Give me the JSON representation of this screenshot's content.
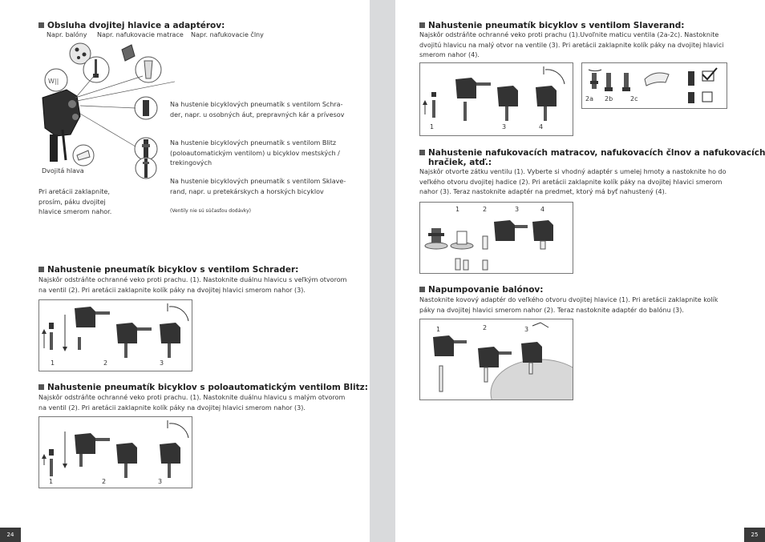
{
  "left": {
    "adapters": {
      "heading": "Obsluha dvojitej hlavice a adaptérov:",
      "examples": [
        "Napr. balóny",
        "Napr. nafukovacie matrace",
        "Napr. nafukovacie člny"
      ],
      "double_head_label": "Dvojitá hlava",
      "lock_note": "Pri aretácii zaklapnite, prosím, páku dvojitej hlavice smerom nahor.",
      "valve_schrader": "Na hustenie bicyklových pneumatík s ventilom Schra-der, napr. u osobných áut, prepravných kár a prívesov",
      "valve_blitz": "Na hustenie bicyklových pneumatík s ventilom Blitz (poloautomatickým ventilom) u bicyklov mestských / trekingových",
      "valve_slaverand": "Na hustenie bicyklových pneumatík s ventilom Sklave-rand, napr. u pretekárskych a horských bicyklov",
      "valve_note": "(Ventily nie sú súčasťou dodávky)"
    },
    "schrader": {
      "heading": "Nahustenie pneumatík bicyklov s ventilom Schrader:",
      "text": "Najskôr odstráňte ochranné veko proti prachu. (1). Nastoknite duálnu hlavicu s veľkým otvorom na ventil (2). Pri aretácii zaklapnite kolík páky na dvojitej hlavici smerom nahor (3).",
      "steps": [
        "1",
        "2",
        "3"
      ]
    },
    "blitz": {
      "heading": "Nahustenie pneumatík bicyklov s poloautomatickým ventilom Blitz:",
      "text": "Najskôr odstráňte ochranné veko proti prachu. (1). Nastoknite duálnu hlavicu s malým otvorom na ventil (2). Pri aretácii zaklapnite kolík páky na dvojitej hlavici smerom nahor (3).",
      "steps": [
        "1",
        "2",
        "3"
      ]
    },
    "page_number": "24"
  },
  "right": {
    "slaverand": {
      "heading": "Nahustenie pneumatík bicyklov s ventilom Slaverand:",
      "text": "Najskôr odstráňte ochranné veko proti prachu (1).Uvoľnite maticu ventila (2a-2c). Nastoknite dvojitú hlavicu na malý otvor na ventile (3). Pri aretácii zaklapnite kolík páky na dvojitej hlavici smerom nahor (4).",
      "steps": [
        "1",
        "3",
        "4"
      ],
      "sub_steps": [
        "2a",
        "2b",
        "2c"
      ]
    },
    "inflatables": {
      "heading_line1": "Nahustenie nafukovacích matracov, nafukovacích člnov a nafukovacích",
      "heading_line2": "hračiek, atď.:",
      "text": "Najskôr otvorte zátku ventilu (1). Vyberte si vhodný adaptér s umelej hmoty a nastoknite ho do veľkého otvoru dvojitej hadice (2). Pri aretácii zaklapnite kolík páky na dvojitej hlavici smerom nahor (3). Teraz nastoknite adaptér na predmet, ktorý má byť nahustený (4).",
      "steps": [
        "1",
        "2",
        "3",
        "4"
      ]
    },
    "balloons": {
      "heading": "Napumpovanie balónov:",
      "text": "Nastoknite kovový adaptér do veľkého otvoru dvojitej hlavice (1). Pri aretácii zaklapnite kolík páky na dvojitej hlavici smerom nahor (2). Teraz nastoknite adaptér do balónu (3).",
      "steps": [
        "1",
        "2",
        "3"
      ]
    },
    "page_number": "25"
  },
  "colors": {
    "gutter": "#d9dadc",
    "page": "#ffffff",
    "page_number_bg": "#3a3a3a",
    "heading_square": "#555555"
  }
}
